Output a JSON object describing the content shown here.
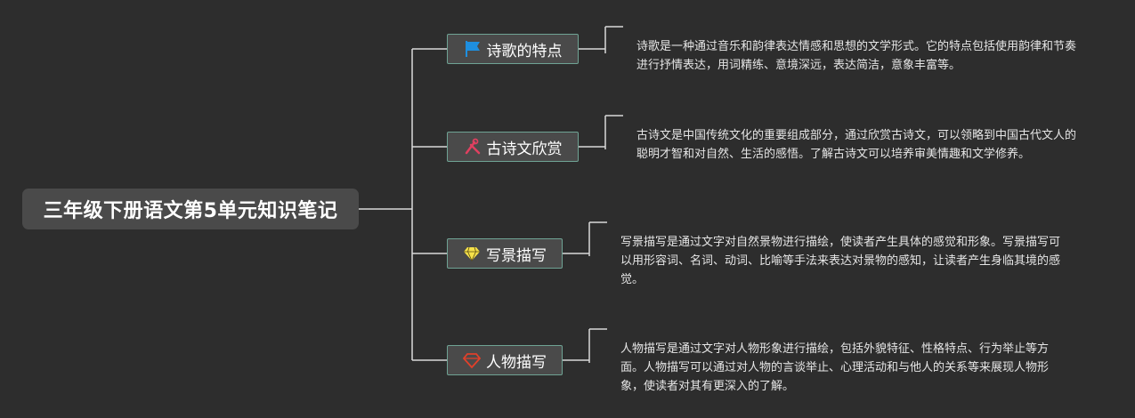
{
  "root": {
    "title": "三年级下册语文第5单元知识笔记"
  },
  "branches": [
    {
      "label": "诗歌的特点",
      "icon": "flag-icon",
      "icon_color": "#1e8fe0",
      "note": "诗歌是一种通过音乐和韵律表达情感和思想的文学形式。它的特点包括使用韵律和节奏进行抒情表达，用词精练、意境深远，表达简洁，意象丰富等。"
    },
    {
      "label": "古诗文欣赏",
      "icon": "tools-icon",
      "icon_color": "#e04060",
      "note": "古诗文是中国传统文化的重要组成部分，通过欣赏古诗文，可以领略到中国古代文人的聪明才智和对自然、生活的感悟。了解古诗文可以培养审美情趣和文学修养。"
    },
    {
      "label": "写景描写",
      "icon": "diamond-icon",
      "icon_color": "#f5e14a",
      "note": "写景描写是通过文字对自然景物进行描绘，使读者产生具体的感觉和形象。写景描写可以用形容词、名词、动词、比喻等手法来表达对景物的感知，让读者产生身临其境的感觉。"
    },
    {
      "label": "人物描写",
      "icon": "heart-diamond-icon",
      "icon_color": "#e0402a",
      "note": "人物描写是通过文字对人物形象进行描绘，包括外貌特征、性格特点、行为举止等方面。人物描写可以通过对人物的言谈举止、心理活动和与他人的关系等来展现人物形象，使读者对其有更深入的了解。"
    }
  ],
  "colors": {
    "background": "#2d2d2d",
    "node_fill": "#4a4a4a",
    "node_border": "#6fa394",
    "line": "#d9d9d9"
  }
}
